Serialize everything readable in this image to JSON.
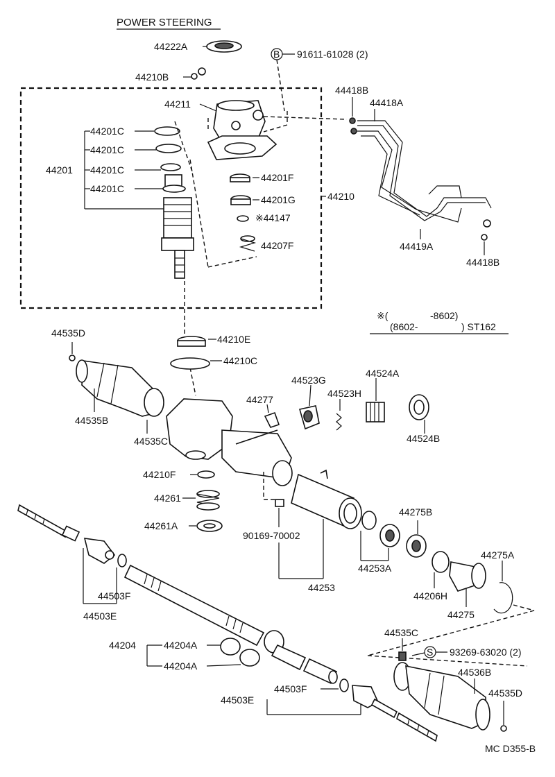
{
  "title": "POWER STEERING",
  "code": "MC D355-B",
  "labels": {
    "p44222A": "44222A",
    "p44210B": "44210B",
    "p44211": "44211",
    "p91611": "91611-61028 (2)",
    "bolt_b": "B",
    "p44418B_top": "44418B",
    "p44418A": "44418A",
    "p44201": "44201",
    "p44201C_1": "44201C",
    "p44201C_2": "44201C",
    "p44201C_3": "44201C",
    "p44201C_4": "44201C",
    "p44201F": "44201F",
    "p44201G": "44201G",
    "p44147": "44147",
    "p44207F": "44207F",
    "p44210": "44210",
    "p44419A": "44419A",
    "p44418B_bot": "44418B",
    "note_mark": "※(",
    "note_range1": "-8602)",
    "note_range2": "(8602-",
    "note_model": ") ST162",
    "p44535D_top": "44535D",
    "p44210E": "44210E",
    "p44210C": "44210C",
    "p44535B": "44535B",
    "p44535C_top": "44535C",
    "p44277": "44277",
    "p44523G": "44523G",
    "p44523H": "44523H",
    "p44524A": "44524A",
    "p44524B": "44524B",
    "p44210F": "44210F",
    "p44261": "44261",
    "p44261A": "44261A",
    "p90169": "90169-70002",
    "p44253": "44253",
    "p44253A": "44253A",
    "p44275B": "44275B",
    "p44275A": "44275A",
    "p44206H": "44206H",
    "p44275": "44275",
    "p44503F_top": "44503F",
    "p44503E_top": "44503E",
    "p44204": "44204",
    "p44204A_1": "44204A",
    "p44204A_2": "44204A",
    "p44535C_bot": "44535C",
    "bolt_s": "S",
    "p93269": "93269-63020 (2)",
    "p44536B": "44536B",
    "p44535D_bot": "44535D",
    "p44503F_bot": "44503F",
    "p44503E_bot": "44503E"
  }
}
